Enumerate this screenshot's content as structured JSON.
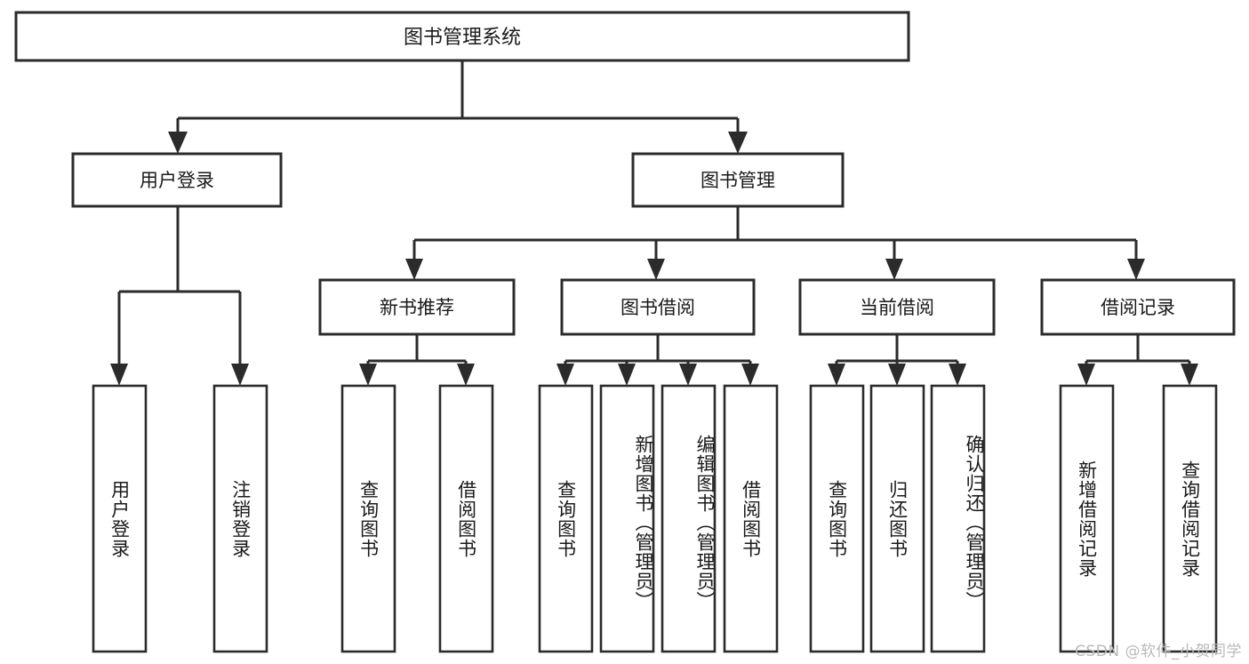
{
  "diagram": {
    "title": "图书管理系统",
    "watermark": "CSDN @软件_小贺同学",
    "type": "tree-diagram",
    "orientation": "top-down",
    "root": {
      "label": "图书管理系统"
    },
    "level2": [
      {
        "label": "用户登录"
      },
      {
        "label": "图书管理"
      }
    ],
    "level3": [
      {
        "label": "新书推荐"
      },
      {
        "label": "图书借阅"
      },
      {
        "label": "当前借阅"
      },
      {
        "label": "借阅记录"
      }
    ],
    "leaves": {
      "user_login": [
        {
          "label": "用户登录"
        },
        {
          "label": "注销登录"
        }
      ],
      "new_book_recommend": [
        {
          "label": "查询图书"
        },
        {
          "label": "借阅图书"
        }
      ],
      "book_borrow": [
        {
          "label": "查询图书"
        },
        {
          "label": "新增图书（管理员）"
        },
        {
          "label": "编辑图书（管理员）"
        },
        {
          "label": "借阅图书"
        }
      ],
      "current_borrow": [
        {
          "label": "查询图书"
        },
        {
          "label": "归还图书"
        },
        {
          "label": "确认归还（管理员）"
        }
      ],
      "borrow_record": [
        {
          "label": "新增借阅记录"
        },
        {
          "label": "查询借阅记录"
        }
      ]
    },
    "colors": {
      "box_fill": "#ffffff",
      "box_stroke": "#2b2b2b",
      "text": "#1a1a1a",
      "background": "#ffffff",
      "watermark": "#b9b9b9"
    }
  }
}
